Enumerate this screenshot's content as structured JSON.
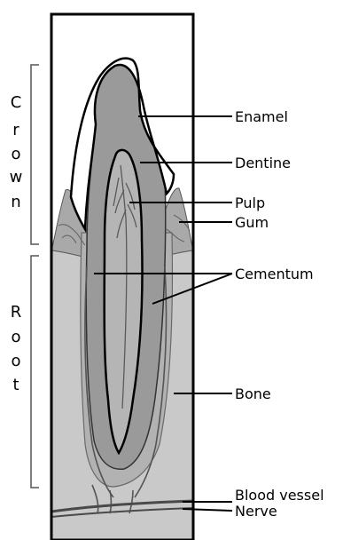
{
  "labels": {
    "enamel": "Enamel",
    "dentine": "Dentine",
    "pulp": "Pulp",
    "gum": "Gum",
    "cementum": "Cementum",
    "bone": "Bone",
    "blood_vessel": "Blood vessel",
    "nerve": "Nerve"
  },
  "side_labels": {
    "crown": [
      "C",
      "r",
      "o",
      "w",
      "n"
    ],
    "root": [
      "R",
      "o",
      "o",
      "t"
    ]
  },
  "colors": {
    "bone": "#c9c9c9",
    "gum": "#a9a9a9",
    "dentine": "#9a9a9a",
    "pulp": "#b5b5b5",
    "enamel": "#ffffff",
    "outline": "#000000"
  }
}
